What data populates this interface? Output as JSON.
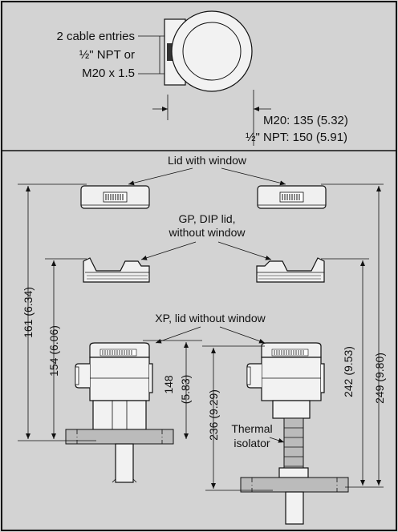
{
  "callouts": {
    "cable_line1": "2 cable entries",
    "cable_line2": "½\" NPT or",
    "cable_line3": "M20 x 1.5",
    "m20_dim": "M20: 135 (5.32)",
    "npt_dim": "½\" NPT: 150 (5.91)",
    "lid_with_window": "Lid with window",
    "gp_dip_line1": "GP, DIP lid,",
    "gp_dip_line2": "without window",
    "xp_lid": "XP, lid without window",
    "thermal_line1": "Thermal",
    "thermal_line2": "isolator"
  },
  "dimensions": {
    "d161": "161 (6.34)",
    "d154": "154 (6.06)",
    "d148a": "148",
    "d148b": "(5.83)",
    "d236": "236 (9.29)",
    "d242": "242 (9.53)",
    "d249": "249 (9.80)"
  },
  "colors": {
    "background": "#d3d3d3",
    "line": "#111111"
  }
}
